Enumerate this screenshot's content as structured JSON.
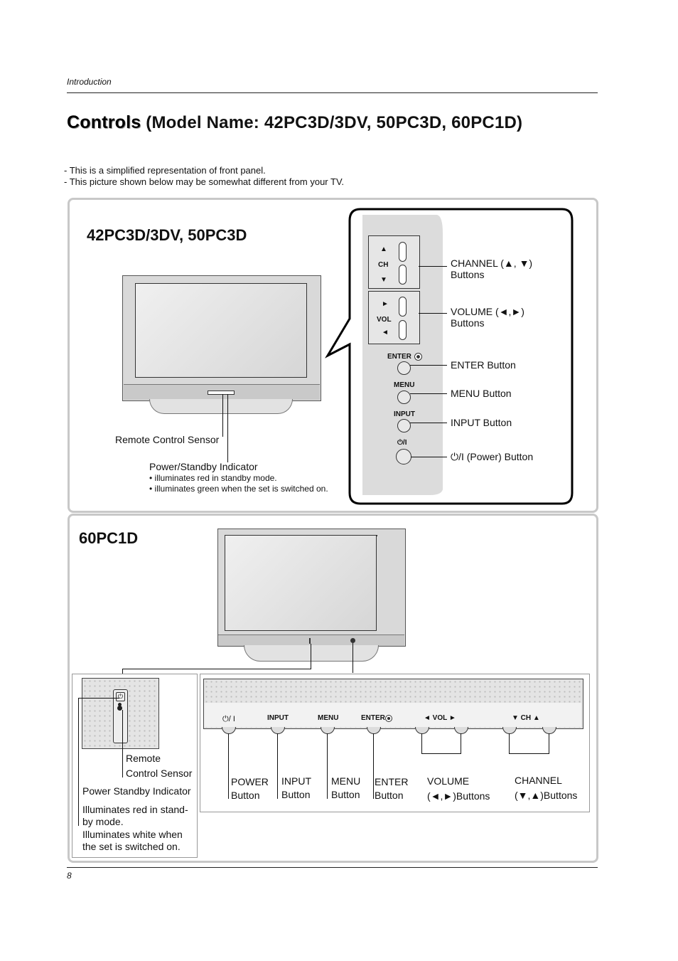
{
  "header": {
    "section": "Introduction"
  },
  "title": {
    "main": "Controls",
    "sub": "(Model Name: 42PC3D/3DV, 50PC3D, 60PC1D)"
  },
  "notes": [
    "- This is a simplified representation of front panel.",
    "- This picture shown below may be somewhat different from your TV."
  ],
  "panel_a": {
    "model": "42PC3D/3DV, 50PC3D",
    "remote_sensor": "Remote Control Sensor",
    "power_indicator": "Power/Standby Indicator",
    "indicator_notes": [
      "• illuminates red in standby mode.",
      "• illuminates green when the set is switched on."
    ],
    "side_caps": {
      "ch": "CH",
      "vol": "VOL",
      "enter": "ENTER",
      "menu": "MENU",
      "input": "INPUT",
      "power": "⏻/I"
    },
    "callouts": {
      "channel_1": "CHANNEL (▲, ▼)",
      "channel_2": "Buttons",
      "volume_1": "VOLUME (◄,►)",
      "volume_2": "Buttons",
      "enter": "ENTER Button",
      "menu": "MENU Button",
      "input": "INPUT Button",
      "power": "⏻/I (Power) Button"
    }
  },
  "panel_b": {
    "model": "60PC1D",
    "left": {
      "remote_1": "Remote",
      "remote_2": "Control Sensor",
      "power_indicator": "Power Standby Indicator",
      "note_1": "Illuminates red in stand-",
      "note_2": "by mode.",
      "note_3": "Illuminates white when",
      "note_4": "the set is switched on."
    },
    "strip_caps": {
      "power": "⏻/ I",
      "input": "INPUT",
      "menu": "MENU",
      "enter": "ENTER",
      "vol": "◄ VOL ►",
      "ch": "▼ CH ▲"
    },
    "buttons": [
      {
        "l1": "POWER",
        "l2": "Button"
      },
      {
        "l1": "INPUT",
        "l2": "Button"
      },
      {
        "l1": "MENU",
        "l2": "Button"
      },
      {
        "l1": "ENTER",
        "l2": "Button"
      },
      {
        "l1": "VOLUME",
        "l2": "(◄,►)Buttons"
      },
      {
        "l1": "CHANNEL",
        "l2": "(▼,▲)Buttons"
      }
    ]
  },
  "footer": {
    "page": "8"
  }
}
